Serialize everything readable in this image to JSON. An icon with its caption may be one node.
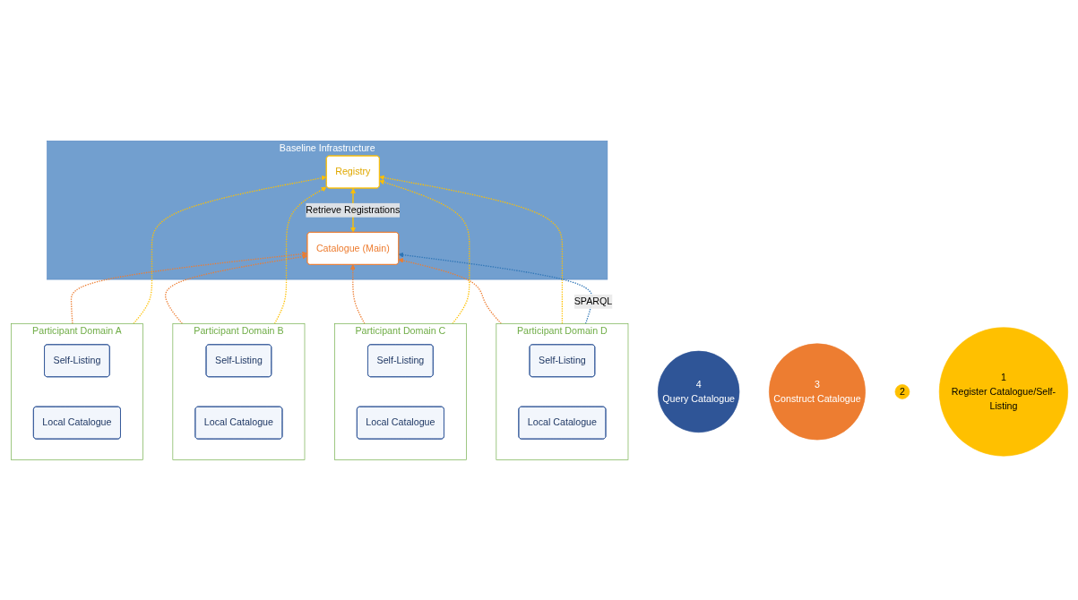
{
  "diagram": {
    "nodes": [
      {
        "text": [
          "Baseline Infrastructure"
        ]
      },
      {
        "text": [
          "Catalogue (Main)"
        ],
        "in": 0
      },
      {
        "text": [
          "Registry"
        ],
        "in": 0
      },
      {
        "text": [
          "4",
          "Query Catalogue"
        ]
      },
      {
        "text": [
          "3",
          "Construct Catalogue"
        ]
      },
      {
        "text": [
          "2"
        ]
      },
      {
        "text": [
          "1",
          "Register Catalogue/Self-Listing"
        ]
      },
      {
        "text": [
          "Participant Domain A"
        ]
      },
      {
        "text": [
          "Self-Listing"
        ],
        "in": 7
      },
      {
        "text": [
          "Local Catalogue"
        ],
        "in": 7
      },
      {
        "text": [
          "Participant Domain B"
        ]
      },
      {
        "text": [
          "Self-Listing"
        ],
        "in": 10
      },
      {
        "text": [
          "Local Catalogue"
        ],
        "in": 10
      },
      {
        "text": [
          "Participant Domain C"
        ]
      },
      {
        "text": [
          "Self-Listing"
        ],
        "in": 13
      },
      {
        "text": [
          "Local Catalogue"
        ],
        "in": 13
      },
      {
        "text": [
          "Participant Domain D"
        ]
      },
      {
        "text": [
          "Self-Listing"
        ],
        "in": 16
      },
      {
        "text": [
          "Local Catalogue"
        ],
        "in": 16
      }
    ],
    "edges": [
      {
        "from": 7,
        "to": 1,
        "arrow": "to",
        "style": "dashed",
        "color": "#ed7d31"
      },
      {
        "from": 10,
        "to": 1,
        "arrow": "to",
        "style": "dashed",
        "color": "#ed7d31"
      },
      {
        "from": 13,
        "to": 1,
        "arrow": "to",
        "style": "dashed",
        "color": "#ed7d31"
      },
      {
        "from": 16,
        "to": 1,
        "arrow": "to",
        "style": "dashed",
        "color": "#ed7d31"
      },
      {
        "from": 1,
        "to": 2,
        "arrow": "both",
        "label": "Retrieve Registrations"
      },
      {
        "from": 7,
        "to": 2,
        "arrow": "to",
        "style": "dashed"
      },
      {
        "from": 10,
        "to": 2,
        "arrow": "to",
        "style": "dashed"
      },
      {
        "from": 13,
        "to": 2,
        "arrow": "to",
        "style": "dashed"
      },
      {
        "from": 16,
        "to": 2,
        "arrow": "to",
        "style": "dashed"
      },
      {
        "from": 16,
        "to": 1,
        "arrow": "to",
        "label": "SPARQL",
        "style": "dashed",
        "color": "#2e75b6"
      }
    ]
  }
}
